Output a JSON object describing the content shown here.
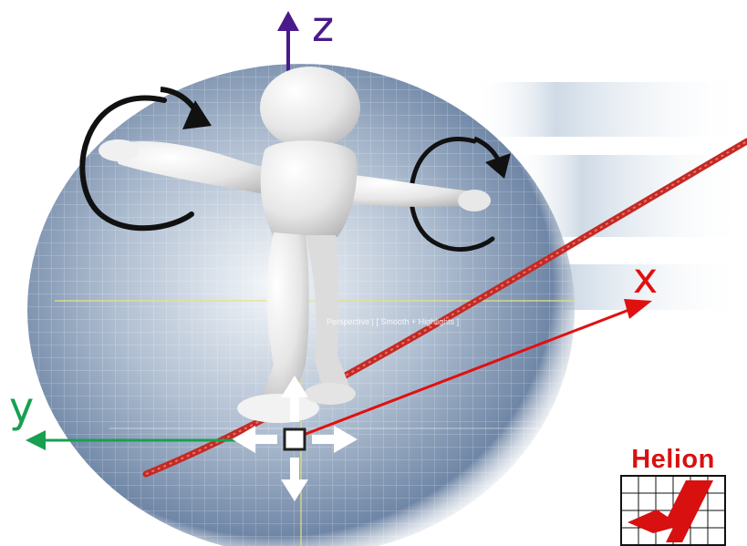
{
  "axes": {
    "z_label": "z",
    "x_label": "x",
    "y_label": "y"
  },
  "viewport": {
    "label": "Perspective | [ Smooth + Highlights ]"
  },
  "logo": {
    "text": "Helion"
  },
  "colors": {
    "z_axis": "#4a1a8a",
    "x_axis": "#e01010",
    "y_axis": "#18a050",
    "rope": "#c42a24",
    "logo_red": "#d81010",
    "figure": "#eeeeee"
  },
  "icons": [
    "rotation-arrow-icon",
    "move-gizmo-icon",
    "axis-arrow-icon"
  ]
}
